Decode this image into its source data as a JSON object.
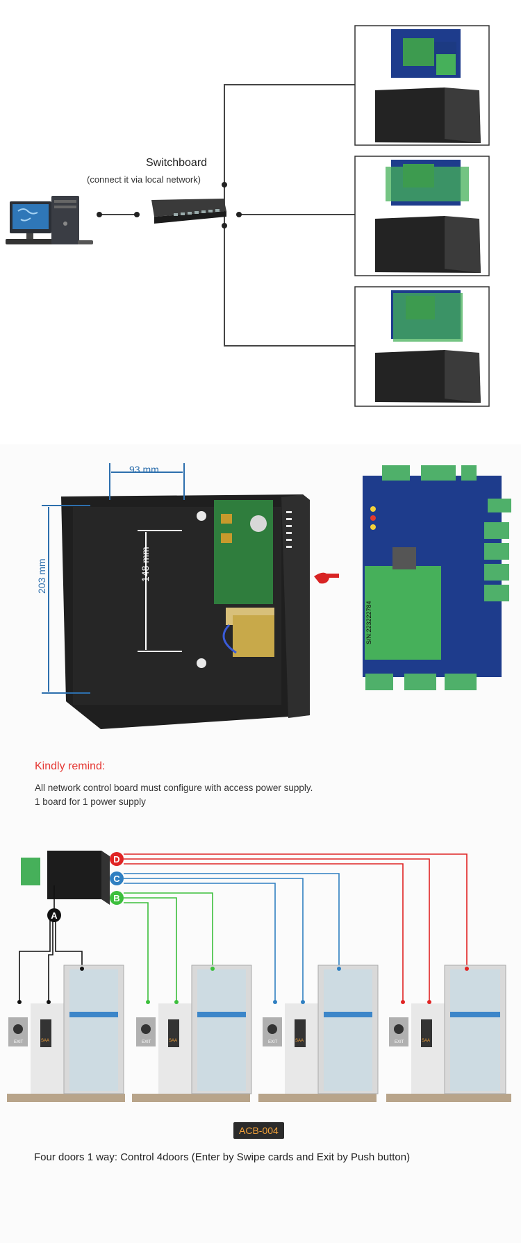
{
  "network": {
    "switch_title": "Switchboard",
    "switch_subtitle": "(connect it via local network)"
  },
  "dimensions": {
    "width": "93 mm",
    "height": "203 mm",
    "hole_spacing": "148 mm",
    "serial": "S/N:223222784"
  },
  "remind": {
    "title": "Kindly remind:",
    "line1": "All network control board must configure with access power supply.",
    "line2": "1 board for 1 power supply"
  },
  "wiring": {
    "labels": [
      "A",
      "B",
      "C",
      "D"
    ],
    "colors": {
      "A": "#111111",
      "B": "#3cbf3c",
      "C": "#2f7fc1",
      "D": "#e02424"
    },
    "exit_text": "EXIT",
    "reader_text": "SAA",
    "model": "ACB-004",
    "caption": "Four doors 1 way: Control 4doors (Enter by Swipe cards and Exit by Push button)"
  }
}
